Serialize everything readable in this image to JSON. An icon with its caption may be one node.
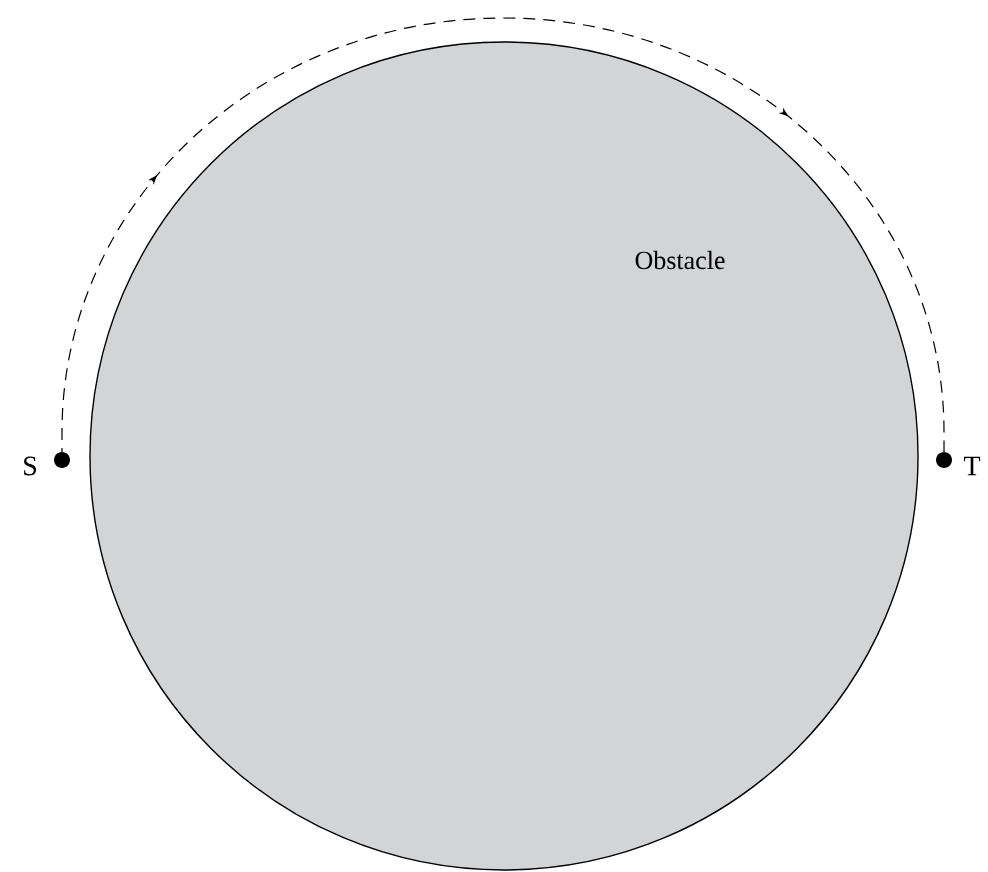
{
  "diagram": {
    "nodes": [
      {
        "text": [
          "Obstacle"
        ]
      },
      {
        "text": [],
        "shape": "circle",
        "beside": [
          "S"
        ]
      },
      {
        "text": [],
        "shape": "circle",
        "beside": [
          "T"
        ]
      }
    ],
    "edges": [
      {
        "from": 1,
        "to": 2,
        "arrow": "to",
        "style": "dashed"
      }
    ]
  }
}
